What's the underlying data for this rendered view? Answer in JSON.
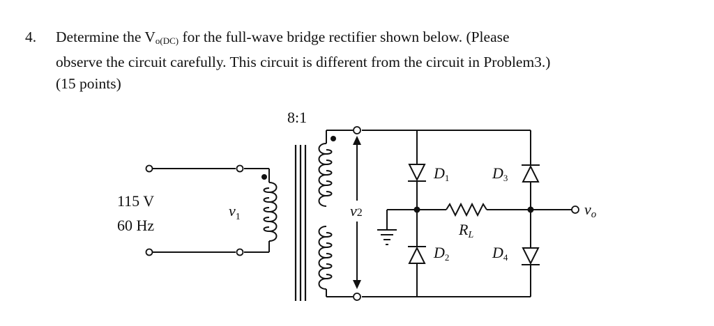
{
  "question": {
    "number": "4.",
    "text_before_sub": "Determine the V",
    "subscript": "o(DC)",
    "text_line1_rest": " for the full-wave bridge rectifier shown below. (Please",
    "line2": "observe the circuit carefully. This circuit is different from the circuit in Problem3.)",
    "line3": "(15 points)"
  },
  "circuit": {
    "turns_ratio": "8:1",
    "source_voltage": "115 V",
    "source_freq": "60 Hz",
    "v1_label": "v",
    "v1_sub": "1",
    "v2_label": "v",
    "v2_sub": "2",
    "vo_label": "v",
    "vo_sub": "o",
    "d1": "D",
    "d1_sub": "1",
    "d2": "D",
    "d2_sub": "2",
    "d3": "D",
    "d3_sub": "3",
    "d4": "D",
    "d4_sub": "4",
    "rl": "R",
    "rl_sub": "L"
  }
}
